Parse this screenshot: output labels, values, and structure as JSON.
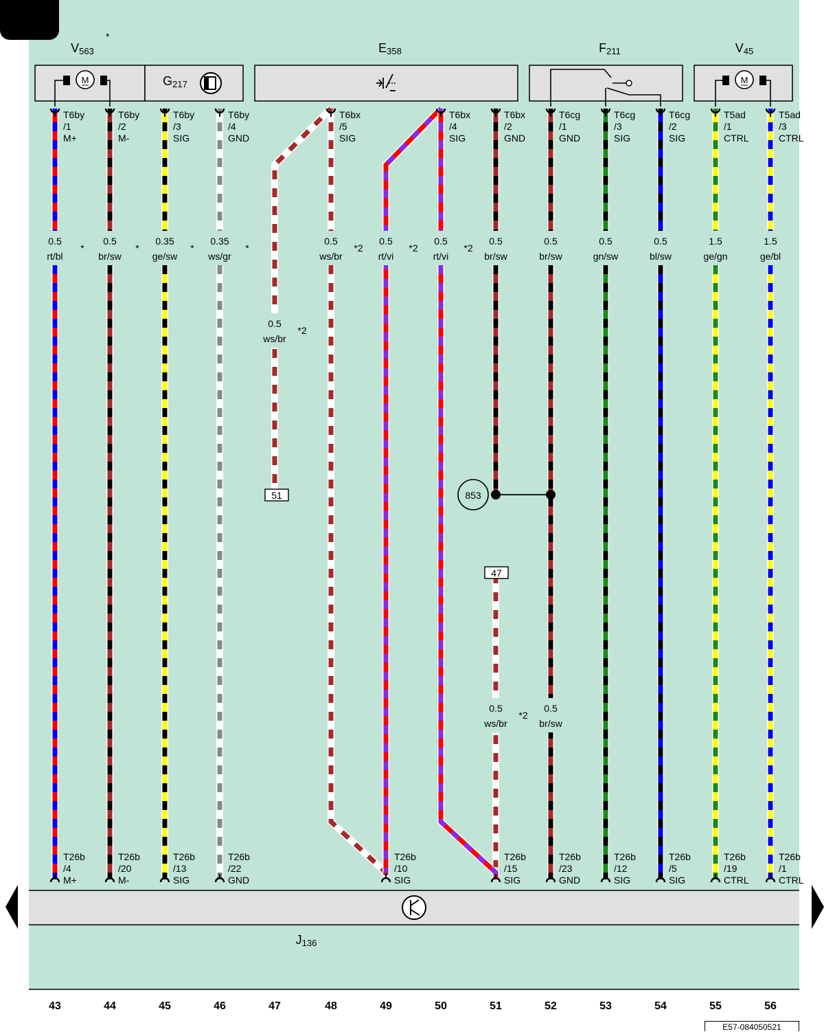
{
  "components": [
    {
      "id": "V563",
      "letter": "V",
      "sub": "563",
      "note": "*"
    },
    {
      "id": "G217",
      "letter": "G",
      "sub": "217"
    },
    {
      "id": "E358",
      "letter": "E",
      "sub": "358"
    },
    {
      "id": "F211",
      "letter": "F",
      "sub": "211"
    },
    {
      "id": "V45",
      "letter": "V",
      "sub": "45"
    },
    {
      "id": "J136",
      "letter": "J",
      "sub": "136"
    }
  ],
  "symbol_labels": {
    "motor": "M"
  },
  "wires": [
    {
      "column": "43",
      "top_pin": [
        "T6by",
        "/1",
        "M+"
      ],
      "size": "0.5",
      "color": "rt/bl",
      "note": "*",
      "bottom_pin": [
        "T26b",
        "/4",
        "M+"
      ],
      "colors": [
        "#ff0000",
        "#0000ff"
      ]
    },
    {
      "column": "44",
      "top_pin": [
        "T6by",
        "/2",
        "M-"
      ],
      "size": "0.5",
      "color": "br/sw",
      "note": "*",
      "bottom_pin": [
        "T26b",
        "/20",
        "M-"
      ],
      "colors": [
        "#a52a2a",
        "#000000"
      ]
    },
    {
      "column": "45",
      "top_pin": [
        "T6by",
        "/3",
        "SIG"
      ],
      "size": "0.35",
      "color": "ge/sw",
      "note": "*",
      "bottom_pin": [
        "T26b",
        "/13",
        "SIG"
      ],
      "colors": [
        "#ffff00",
        "#000000"
      ]
    },
    {
      "column": "46",
      "top_pin": [
        "T6by",
        "/4",
        "GND"
      ],
      "size": "0.35",
      "color": "ws/gr",
      "note": "*",
      "bottom_pin": [
        "T26b",
        "/22",
        "GND"
      ],
      "colors": [
        "#ffffff",
        "#888888"
      ]
    },
    {
      "column": "48",
      "top_pin": [
        "T6bx",
        "/5",
        "SIG"
      ],
      "size": "0.5",
      "color": "ws/br",
      "note": "*2",
      "bottom_pin": [
        "T26b",
        "/10",
        "SIG"
      ],
      "colors": [
        "#ffffff",
        "#a52a2a"
      ]
    },
    {
      "column": "49",
      "size": "0.5",
      "color": "rt/vi",
      "note": "*2",
      "colors": [
        "#ff0000",
        "#8a2be2"
      ]
    },
    {
      "column": "50",
      "top_pin": [
        "T6bx",
        "/4",
        "SIG"
      ],
      "size": "0.5",
      "color": "rt/vi",
      "note": "*2",
      "bottom_pin": [
        "T26b",
        "/15",
        "SIG"
      ],
      "colors": [
        "#ff0000",
        "#8a2be2"
      ]
    },
    {
      "column": "51",
      "top_pin": [
        "T6bx",
        "/2",
        "GND"
      ],
      "size": "0.5",
      "color": "br/sw",
      "colors": [
        "#a52a2a",
        "#000000"
      ]
    },
    {
      "column": "52",
      "top_pin": [
        "T6cg",
        "/1",
        "GND"
      ],
      "size": "0.5",
      "color": "br/sw",
      "bottom_pin": [
        "T26b",
        "/23",
        "GND"
      ],
      "colors": [
        "#a52a2a",
        "#000000"
      ]
    },
    {
      "column": "53",
      "top_pin": [
        "T6cg",
        "/3",
        "SIG"
      ],
      "size": "0.5",
      "color": "gn/sw",
      "bottom_pin": [
        "T26b",
        "/12",
        "SIG"
      ],
      "colors": [
        "#1a8a1a",
        "#000000"
      ]
    },
    {
      "column": "54",
      "top_pin": [
        "T6cg",
        "/2",
        "SIG"
      ],
      "size": "0.5",
      "color": "bl/sw",
      "bottom_pin": [
        "T26b",
        "/5",
        "SIG"
      ],
      "colors": [
        "#0000ff",
        "#000000"
      ]
    },
    {
      "column": "55",
      "top_pin": [
        "T5ad",
        "/1",
        "CTRL"
      ],
      "size": "1.5",
      "color": "ge/gn",
      "bottom_pin": [
        "T26b",
        "/19",
        "CTRL"
      ],
      "colors": [
        "#ffff00",
        "#1a8a1a"
      ]
    },
    {
      "column": "56",
      "top_pin": [
        "T5ad",
        "/3",
        "CTRL"
      ],
      "size": "1.5",
      "color": "ge/bl",
      "bottom_pin": [
        "T26b",
        "/1",
        "CTRL"
      ],
      "colors": [
        "#ffff00",
        "#0000ff"
      ]
    }
  ],
  "branch_47": {
    "size": "0.5",
    "color": "ws/br",
    "note": "*2",
    "ref": "51"
  },
  "branch_51": {
    "size": "0.5",
    "color": "ws/br",
    "note": "*2",
    "ref": "47"
  },
  "wire_52_lower": {
    "size": "0.5",
    "color": "br/sw"
  },
  "ground_point": "853",
  "columns": [
    "43",
    "44",
    "45",
    "46",
    "47",
    "48",
    "49",
    "50",
    "51",
    "52",
    "53",
    "54",
    "55",
    "56"
  ],
  "reference_code": "E57-084050521",
  "palette": {
    "background": "#c0e4d6",
    "component_fill": "#e0e0e0",
    "line": "#000000"
  }
}
